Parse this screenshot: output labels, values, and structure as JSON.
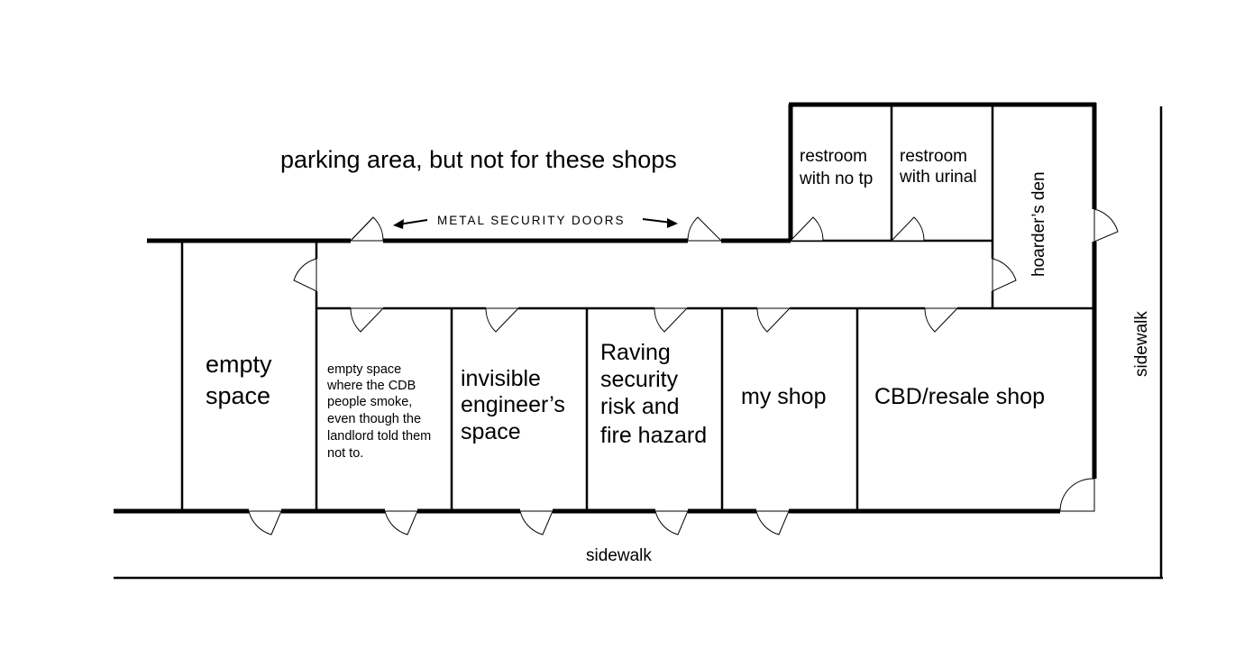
{
  "labels": {
    "parking": "parking area, but not for these shops",
    "security_doors": "METAL SECURITY DOORS",
    "restroom_no_tp": [
      "restroom",
      "with no tp"
    ],
    "restroom_urinal": [
      "restroom",
      "with urinal"
    ],
    "hoarders_den": "hoarder’s den",
    "sidewalk_right": "sidewalk",
    "sidewalk_bottom": "sidewalk",
    "empty_space": [
      "empty",
      "space"
    ],
    "smoke_space": [
      "empty space",
      "where the CDB",
      "people smoke,",
      "even though the",
      "landlord told them",
      "not to."
    ],
    "engineer_space": [
      "invisible",
      "engineer’s",
      "space"
    ],
    "raving_space": [
      "Raving",
      "security",
      "risk and",
      "fire hazard"
    ],
    "my_shop": "my shop",
    "cbd_shop": "CBD/resale shop"
  }
}
